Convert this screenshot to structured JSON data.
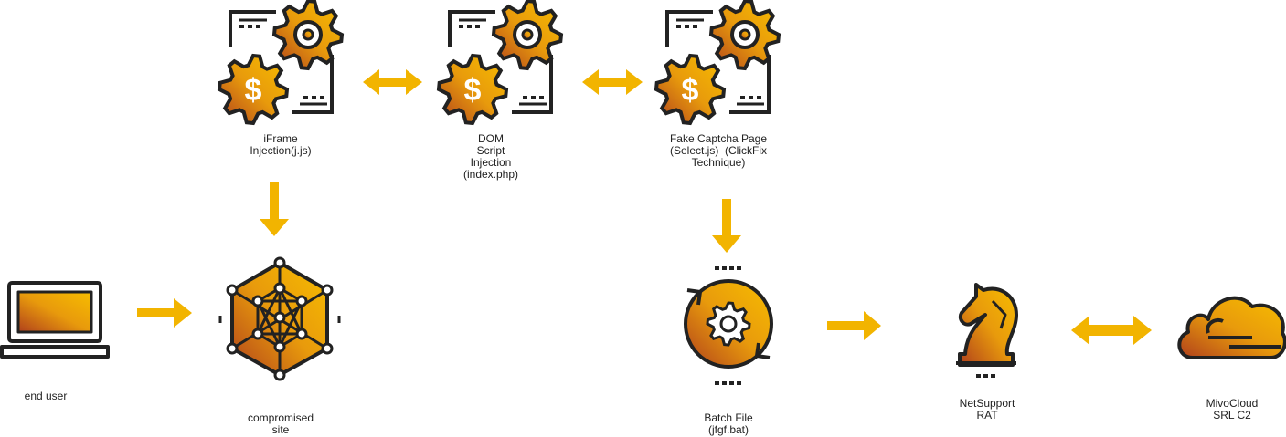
{
  "colors": {
    "gradient_start": "#b0401c",
    "gradient_end": "#f7bd00",
    "arrow": "#f2b400",
    "stroke": "#222222"
  },
  "nodes": {
    "iframe_injection": {
      "label": "iFrame\nInjection(j.js)",
      "icon": "gear-dollar-document-icon"
    },
    "dom_injection": {
      "label": "DOM\nScript\nInjection\n(index.php)",
      "icon": "gear-dollar-document-icon"
    },
    "fake_captcha": {
      "label": "Fake Captcha Page\n(Select.js)  (ClickFix\nTechnique)",
      "icon": "gear-dollar-document-icon"
    },
    "end_user": {
      "label": "end user",
      "icon": "laptop-icon"
    },
    "compromised_site": {
      "label": "compromised\nsite",
      "icon": "network-hexagon-icon"
    },
    "batch_file": {
      "label": "Batch File\n(jfgf.bat)",
      "icon": "gear-cycle-icon"
    },
    "netsupport_rat": {
      "label": "NetSupport\nRAT",
      "icon": "chess-knight-icon"
    },
    "c2": {
      "label": "MivoCloud\nSRL C2",
      "icon": "cloud-icon"
    }
  }
}
